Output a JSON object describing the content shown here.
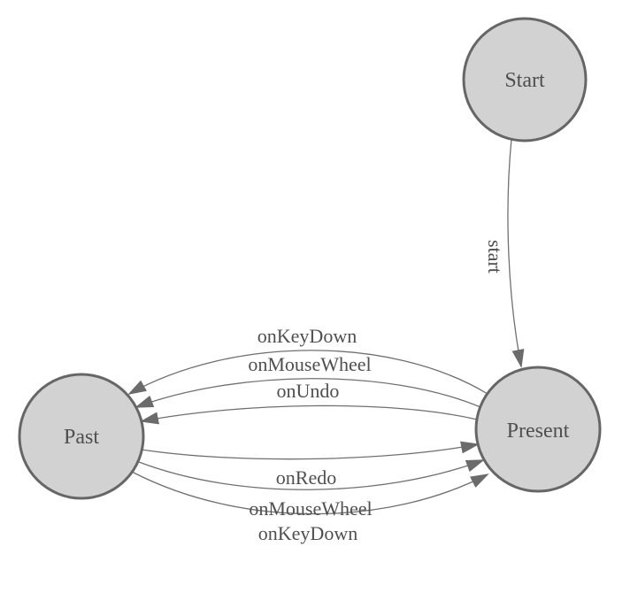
{
  "diagram": {
    "kind": "finite-state-machine",
    "background_color": "#ffffff",
    "node_fill_color": "#d2d2d2",
    "node_border_color": "#666666",
    "edge_color": "#707070",
    "arrowhead_color": "#6b6b6b",
    "text_color": "#4f4f4f",
    "nodes": [
      {
        "id": "start",
        "label": "Start"
      },
      {
        "id": "present",
        "label": "Present"
      },
      {
        "id": "past",
        "label": "Past"
      }
    ],
    "edges": [
      {
        "from": "Start",
        "to": "Present",
        "label": "start"
      },
      {
        "from": "Present",
        "to": "Past",
        "label": "onKeyDown"
      },
      {
        "from": "Present",
        "to": "Past",
        "label": "onMouseWheel"
      },
      {
        "from": "Present",
        "to": "Past",
        "label": "onUndo"
      },
      {
        "from": "Past",
        "to": "Present",
        "label": "onRedo"
      },
      {
        "from": "Past",
        "to": "Present",
        "label": "onMouseWheel"
      },
      {
        "from": "Past",
        "to": "Present",
        "label": "onKeyDown"
      }
    ]
  }
}
